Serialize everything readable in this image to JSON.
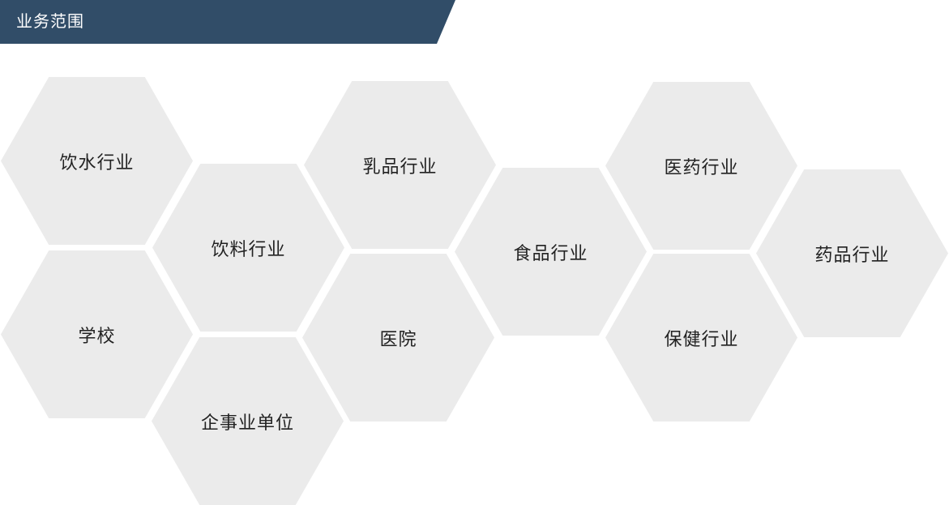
{
  "header": {
    "title": "业务范围",
    "background_color": "#314d68"
  },
  "hexagons": [
    {
      "label": "饮水行业"
    },
    {
      "label": "学校"
    },
    {
      "label": "饮料行业"
    },
    {
      "label": "企事业单位"
    },
    {
      "label": "乳品行业"
    },
    {
      "label": "医院"
    },
    {
      "label": "食品行业"
    },
    {
      "label": "医药行业"
    },
    {
      "label": "保健行业"
    },
    {
      "label": "药品行业"
    }
  ],
  "hexagon_fill_color": "#ebebeb"
}
